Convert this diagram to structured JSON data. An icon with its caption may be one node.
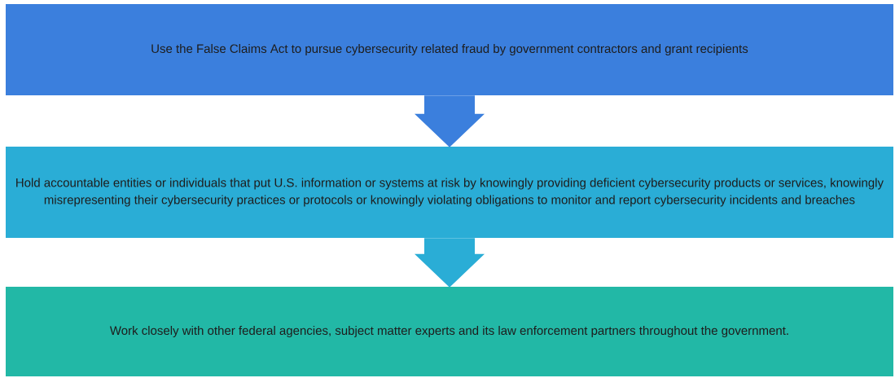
{
  "diagram": {
    "nodes": [
      {
        "text": [
          "Use the False Claims Act to pursue cybersecurity related fraud by government contractors and grant recipients"
        ]
      },
      {
        "text": [
          "Hold accountable entities or individuals that put U.S. information or systems at risk by knowingly providing deficient cybersecurity products or services, knowingly misrepresenting their cybersecurity practices or protocols or knowingly violating obligations to monitor and report cybersecurity incidents and breaches"
        ]
      },
      {
        "text": [
          "Work closely with other federal agencies, subject matter experts and its law enforcement partners throughout the government."
        ]
      }
    ],
    "edges": [
      {
        "from": 0,
        "to": 1,
        "arrow": "to",
        "color": "#3b7fdd"
      },
      {
        "from": 1,
        "to": 2,
        "arrow": "to",
        "color": "#2aadd6"
      }
    ]
  }
}
